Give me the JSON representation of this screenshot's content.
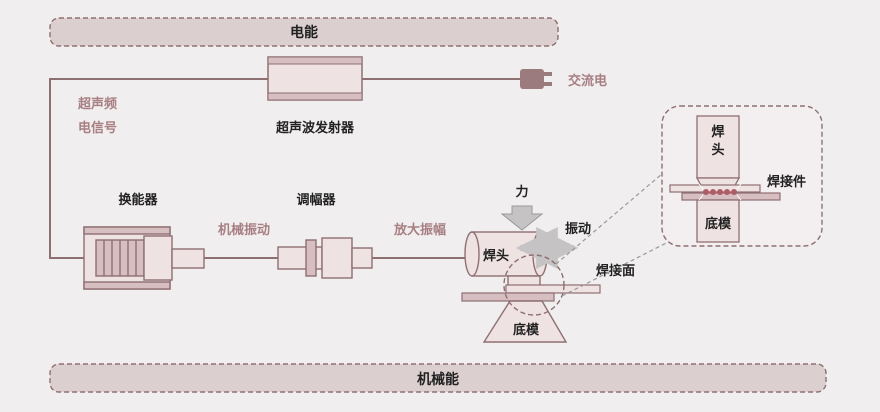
{
  "colors": {
    "background": "#f0eeee",
    "bar_fill": "#dccfd0",
    "component_fill": "#efe2e3",
    "component_dark": "#d7bec1",
    "stroke": "#8e6f72",
    "wire": "#8e6f72",
    "accent_text": "#a87f83",
    "label_text": "#222222",
    "arrow_fill": "#c6c3c4",
    "weld_dot": "#b05c66"
  },
  "bars": {
    "top": "电能",
    "bottom": "机械能"
  },
  "labels": {
    "ultrasonic_signal_line1": "超声频",
    "ultrasonic_signal_line2": "电信号",
    "generator": "超声波发射器",
    "ac_power": "交流电",
    "transducer": "换能器",
    "booster": "调幅器",
    "mechanical_vibration": "机械振动",
    "amplified_amplitude": "放大振幅",
    "force": "力",
    "vibration": "振动",
    "horn": "焊头",
    "weld_surface": "焊接面",
    "anvil": "底模",
    "inset_horn": "焊头",
    "inset_workpiece": "焊接件",
    "inset_anvil": "底模"
  }
}
